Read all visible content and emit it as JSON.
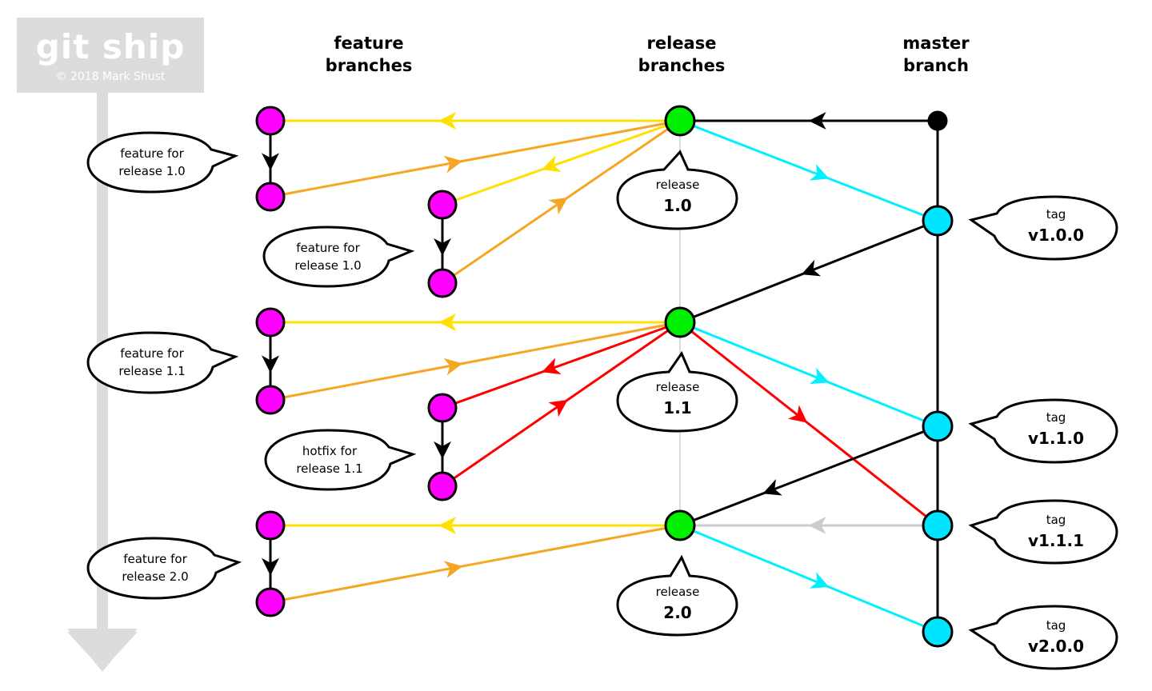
{
  "logo": {
    "title": "git ship",
    "copyright": "© 2018 Mark Shust"
  },
  "headers": {
    "feature": [
      "feature",
      "branches"
    ],
    "release": [
      "release",
      "branches"
    ],
    "master": [
      "master",
      "branch"
    ]
  },
  "feature_notes": [
    {
      "line1": "feature for",
      "line2": "release 1.0"
    },
    {
      "line1": "feature for",
      "line2": "release 1.0"
    },
    {
      "line1": "feature for",
      "line2": "release 1.1"
    },
    {
      "line1": "hotfix for",
      "line2": "release 1.1"
    },
    {
      "line1": "feature for",
      "line2": "release 2.0"
    }
  ],
  "releases": [
    {
      "label": "release",
      "version": "1.0"
    },
    {
      "label": "release",
      "version": "1.1"
    },
    {
      "label": "release",
      "version": "2.0"
    }
  ],
  "tags": [
    {
      "label": "tag",
      "version": "v1.0.0"
    },
    {
      "label": "tag",
      "version": "v1.1.0"
    },
    {
      "label": "tag",
      "version": "v1.1.1"
    },
    {
      "label": "tag",
      "version": "v2.0.0"
    }
  ],
  "colors": {
    "feature_node": "#ff00ff",
    "release_node": "#00ee00",
    "tag_node": "#00e5ff",
    "line_yellow": "#ffe000",
    "line_orange": "#f5a623",
    "line_cyan": "#00f0ff",
    "line_red": "#ff0000",
    "line_black": "#000000",
    "line_grey": "#cccccc",
    "timeline": "#dcdcdc"
  }
}
